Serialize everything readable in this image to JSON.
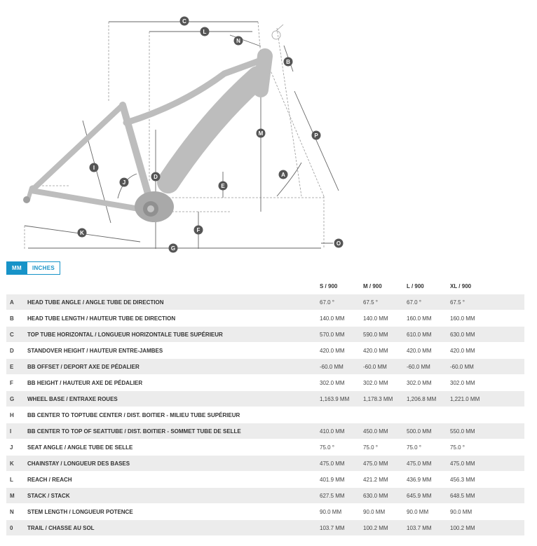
{
  "diagram": {
    "labels": [
      "C",
      "L",
      "N",
      "B",
      "P",
      "M",
      "A",
      "I",
      "J",
      "D",
      "E",
      "K",
      "F",
      "G",
      "O"
    ]
  },
  "units": {
    "mm": "MM",
    "inches": "INCHES"
  },
  "table": {
    "columns": [
      "S / 900",
      "M / 900",
      "L / 900",
      "XL / 900"
    ],
    "rows": [
      {
        "key": "A",
        "label": "HEAD TUBE ANGLE / ANGLE TUBE DE DIRECTION",
        "values": [
          "67.0 °",
          "67.5 °",
          "67.0 °",
          "67.5 °"
        ]
      },
      {
        "key": "B",
        "label": "HEAD TUBE LENGTH / HAUTEUR TUBE DE DIRECTION",
        "values": [
          "140.0 MM",
          "140.0 MM",
          "160.0 MM",
          "160.0 MM"
        ]
      },
      {
        "key": "C",
        "label": "TOP TUBE HORIZONTAL / LONGUEUR HORIZONTALE TUBE SUPÉRIEUR",
        "values": [
          "570.0 MM",
          "590.0 MM",
          "610.0 MM",
          "630.0 MM"
        ]
      },
      {
        "key": "D",
        "label": "STANDOVER HEIGHT / HAUTEUR ENTRE-JAMBES",
        "values": [
          "420.0 MM",
          "420.0 MM",
          "420.0 MM",
          "420.0 MM"
        ]
      },
      {
        "key": "E",
        "label": "BB OFFSET / DEPORT AXE DE PÉDALIER",
        "values": [
          "-60.0 MM",
          "-60.0 MM",
          "-60.0 MM",
          "-60.0 MM"
        ]
      },
      {
        "key": "F",
        "label": "BB HEIGHT / HAUTEUR AXE DE PÉDALIER",
        "values": [
          "302.0 MM",
          "302.0 MM",
          "302.0 MM",
          "302.0 MM"
        ]
      },
      {
        "key": "G",
        "label": "WHEEL BASE / ENTRAXE ROUES",
        "values": [
          "1,163.9 MM",
          "1,178.3 MM",
          "1,206.8 MM",
          "1,221.0 MM"
        ]
      },
      {
        "key": "H",
        "label": "BB CENTER TO TOPTUBE CENTER / DIST. BOITIER - MILIEU TUBE SUPÉRIEUR",
        "values": [
          "",
          "",
          "",
          ""
        ]
      },
      {
        "key": "I",
        "label": "BB CENTER TO TOP OF SEATTUBE / DIST. BOITIER - SOMMET TUBE DE SELLE",
        "values": [
          "410.0 MM",
          "450.0 MM",
          "500.0 MM",
          "550.0 MM"
        ]
      },
      {
        "key": "J",
        "label": "SEAT ANGLE / ANGLE TUBE DE SELLE",
        "values": [
          "75.0 °",
          "75.0 °",
          "75.0 °",
          "75.0 °"
        ]
      },
      {
        "key": "K",
        "label": "CHAINSTAY / LONGUEUR DES BASES",
        "values": [
          "475.0 MM",
          "475.0 MM",
          "475.0 MM",
          "475.0 MM"
        ]
      },
      {
        "key": "L",
        "label": "REACH / REACH",
        "values": [
          "401.9 MM",
          "421.2 MM",
          "436.9 MM",
          "456.3 MM"
        ]
      },
      {
        "key": "M",
        "label": "STACK / STACK",
        "values": [
          "627.5 MM",
          "630.0 MM",
          "645.9 MM",
          "648.5 MM"
        ]
      },
      {
        "key": "N",
        "label": "STEM LENGTH / LONGUEUR POTENCE",
        "values": [
          "90.0 MM",
          "90.0 MM",
          "90.0 MM",
          "90.0 MM"
        ]
      },
      {
        "key": "0",
        "label": "TRAIL / CHASSE AU SOL",
        "values": [
          "103.7 MM",
          "100.2 MM",
          "103.7 MM",
          "100.2 MM"
        ]
      }
    ]
  },
  "colors": {
    "accent": "#1793c8",
    "frame": "#b9b9b9",
    "badge": "#555555",
    "dim_line": "#777777",
    "row_shade": "#ececec"
  }
}
